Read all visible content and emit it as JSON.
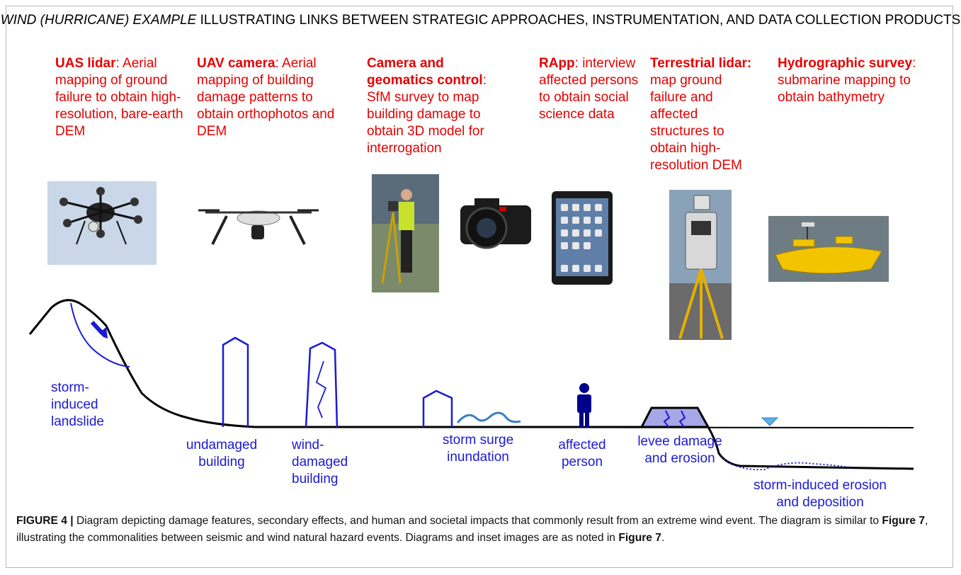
{
  "title": {
    "italic": "WIND (HURRICANE) EXAMPLE",
    "rest": " ILLUSTRATING LINKS BETWEEN STRATEGIC APPROACHES, INSTRUMENTATION, AND DATA COLLECTION PRODUCTS"
  },
  "approaches": [
    {
      "bold": "UAS lidar",
      "rest": ": Aerial mapping of ground failure to obtain high-resolution, bare-earth DEM"
    },
    {
      "bold": "UAV camera",
      "rest": ": Aerial mapping of building damage patterns to obtain orthophotos and DEM"
    },
    {
      "bold": "Camera and geomatics control",
      "rest": ": SfM survey to map building damage to obtain 3D model for interrogation"
    },
    {
      "bold": "RApp",
      "rest": ": interview affected persons to obtain social science data"
    },
    {
      "bold": "Terrestrial lidar:",
      "rest": " map ground failure and affected structures to obtain high-resolution DEM"
    },
    {
      "bold": "Hydrographic survey",
      "rest": ": submarine mapping to obtain bathymetry"
    }
  ],
  "features": {
    "landslide": "storm-induced landslide",
    "undamaged": "undamaged building",
    "wind_damaged": "wind-damaged building",
    "surge": "storm surge inundation",
    "person": "affected person",
    "levee": "levee damage and erosion",
    "erosion": "storm-induced erosion and deposition"
  },
  "caption": {
    "fig": "FIGURE 4 |",
    "text1": " Diagram depicting damage features, secondary effects, and human and societal impacts that commonly result from an extreme wind event. The diagram is similar to ",
    "ref1": "Figure 7",
    "text2": ", illustrating the commonalities between seismic and wind natural hazard events. Diagrams and inset images are as noted in ",
    "ref2": "Figure 7",
    "text3": "."
  },
  "colors": {
    "approach_text": "#e60000",
    "feature_text": "#1a1ad6",
    "ground": "#000000",
    "feature_line": "#1a1ad6"
  },
  "icons": [
    "uas-lidar-drone-photo",
    "uav-camera-drone-photo",
    "surveyor-photo",
    "dslr-camera-photo",
    "tablet-photo",
    "terrestrial-lidar-photo",
    "hydrographic-boat-photo"
  ]
}
